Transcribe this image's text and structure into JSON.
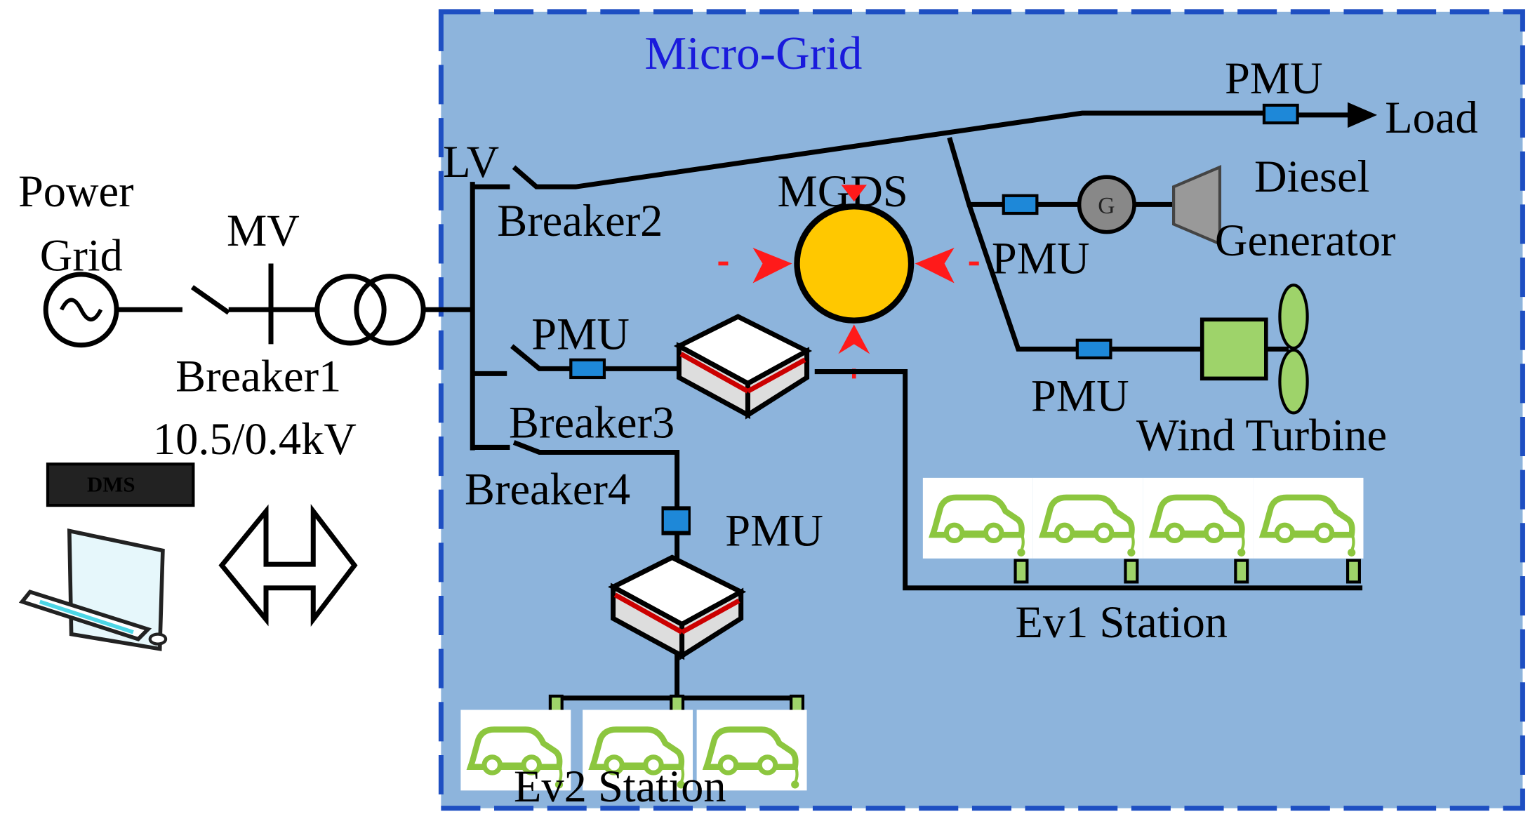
{
  "colors": {
    "microgrid_fill": "#8db4dc",
    "microgrid_border": "#1e4fc2",
    "title": "#1a1adc",
    "pmu": "#1e88d8",
    "mgds": "#ffc800",
    "arrows": "#ff1a1a",
    "green": "#9ed36a"
  },
  "microgrid": {
    "title": "Micro-Grid"
  },
  "labels": {
    "power_grid_1": "Power",
    "power_grid_2": "Grid",
    "mv": "MV",
    "breaker1": "Breaker1",
    "transformer": "10.5/0.4kV",
    "lv": "LV",
    "breaker2": "Breaker2",
    "breaker3": "Breaker3",
    "breaker4": "Breaker4",
    "mgds": "MGDS",
    "pmu_load": "PMU",
    "load": "Load",
    "diesel_1": "Diesel",
    "diesel_2": "Generator",
    "pmu_diesel": "PMU",
    "pmu_wind": "PMU",
    "wind": "Wind Turbine",
    "pmu_b3": "PMU",
    "pmu_b4": "PMU",
    "ev1": "Ev1 Station",
    "ev2": "Ev2 Station",
    "dms": "DMS",
    "generator_symbol": "G"
  },
  "icons": [
    "ac-source-icon",
    "transformer-icon",
    "breaker-icon",
    "pmu-icon",
    "mgds-icon",
    "diesel-generator-icon",
    "wind-turbine-icon",
    "hub-icon",
    "ev-car-icon",
    "computer-icon",
    "double-arrow-icon"
  ]
}
